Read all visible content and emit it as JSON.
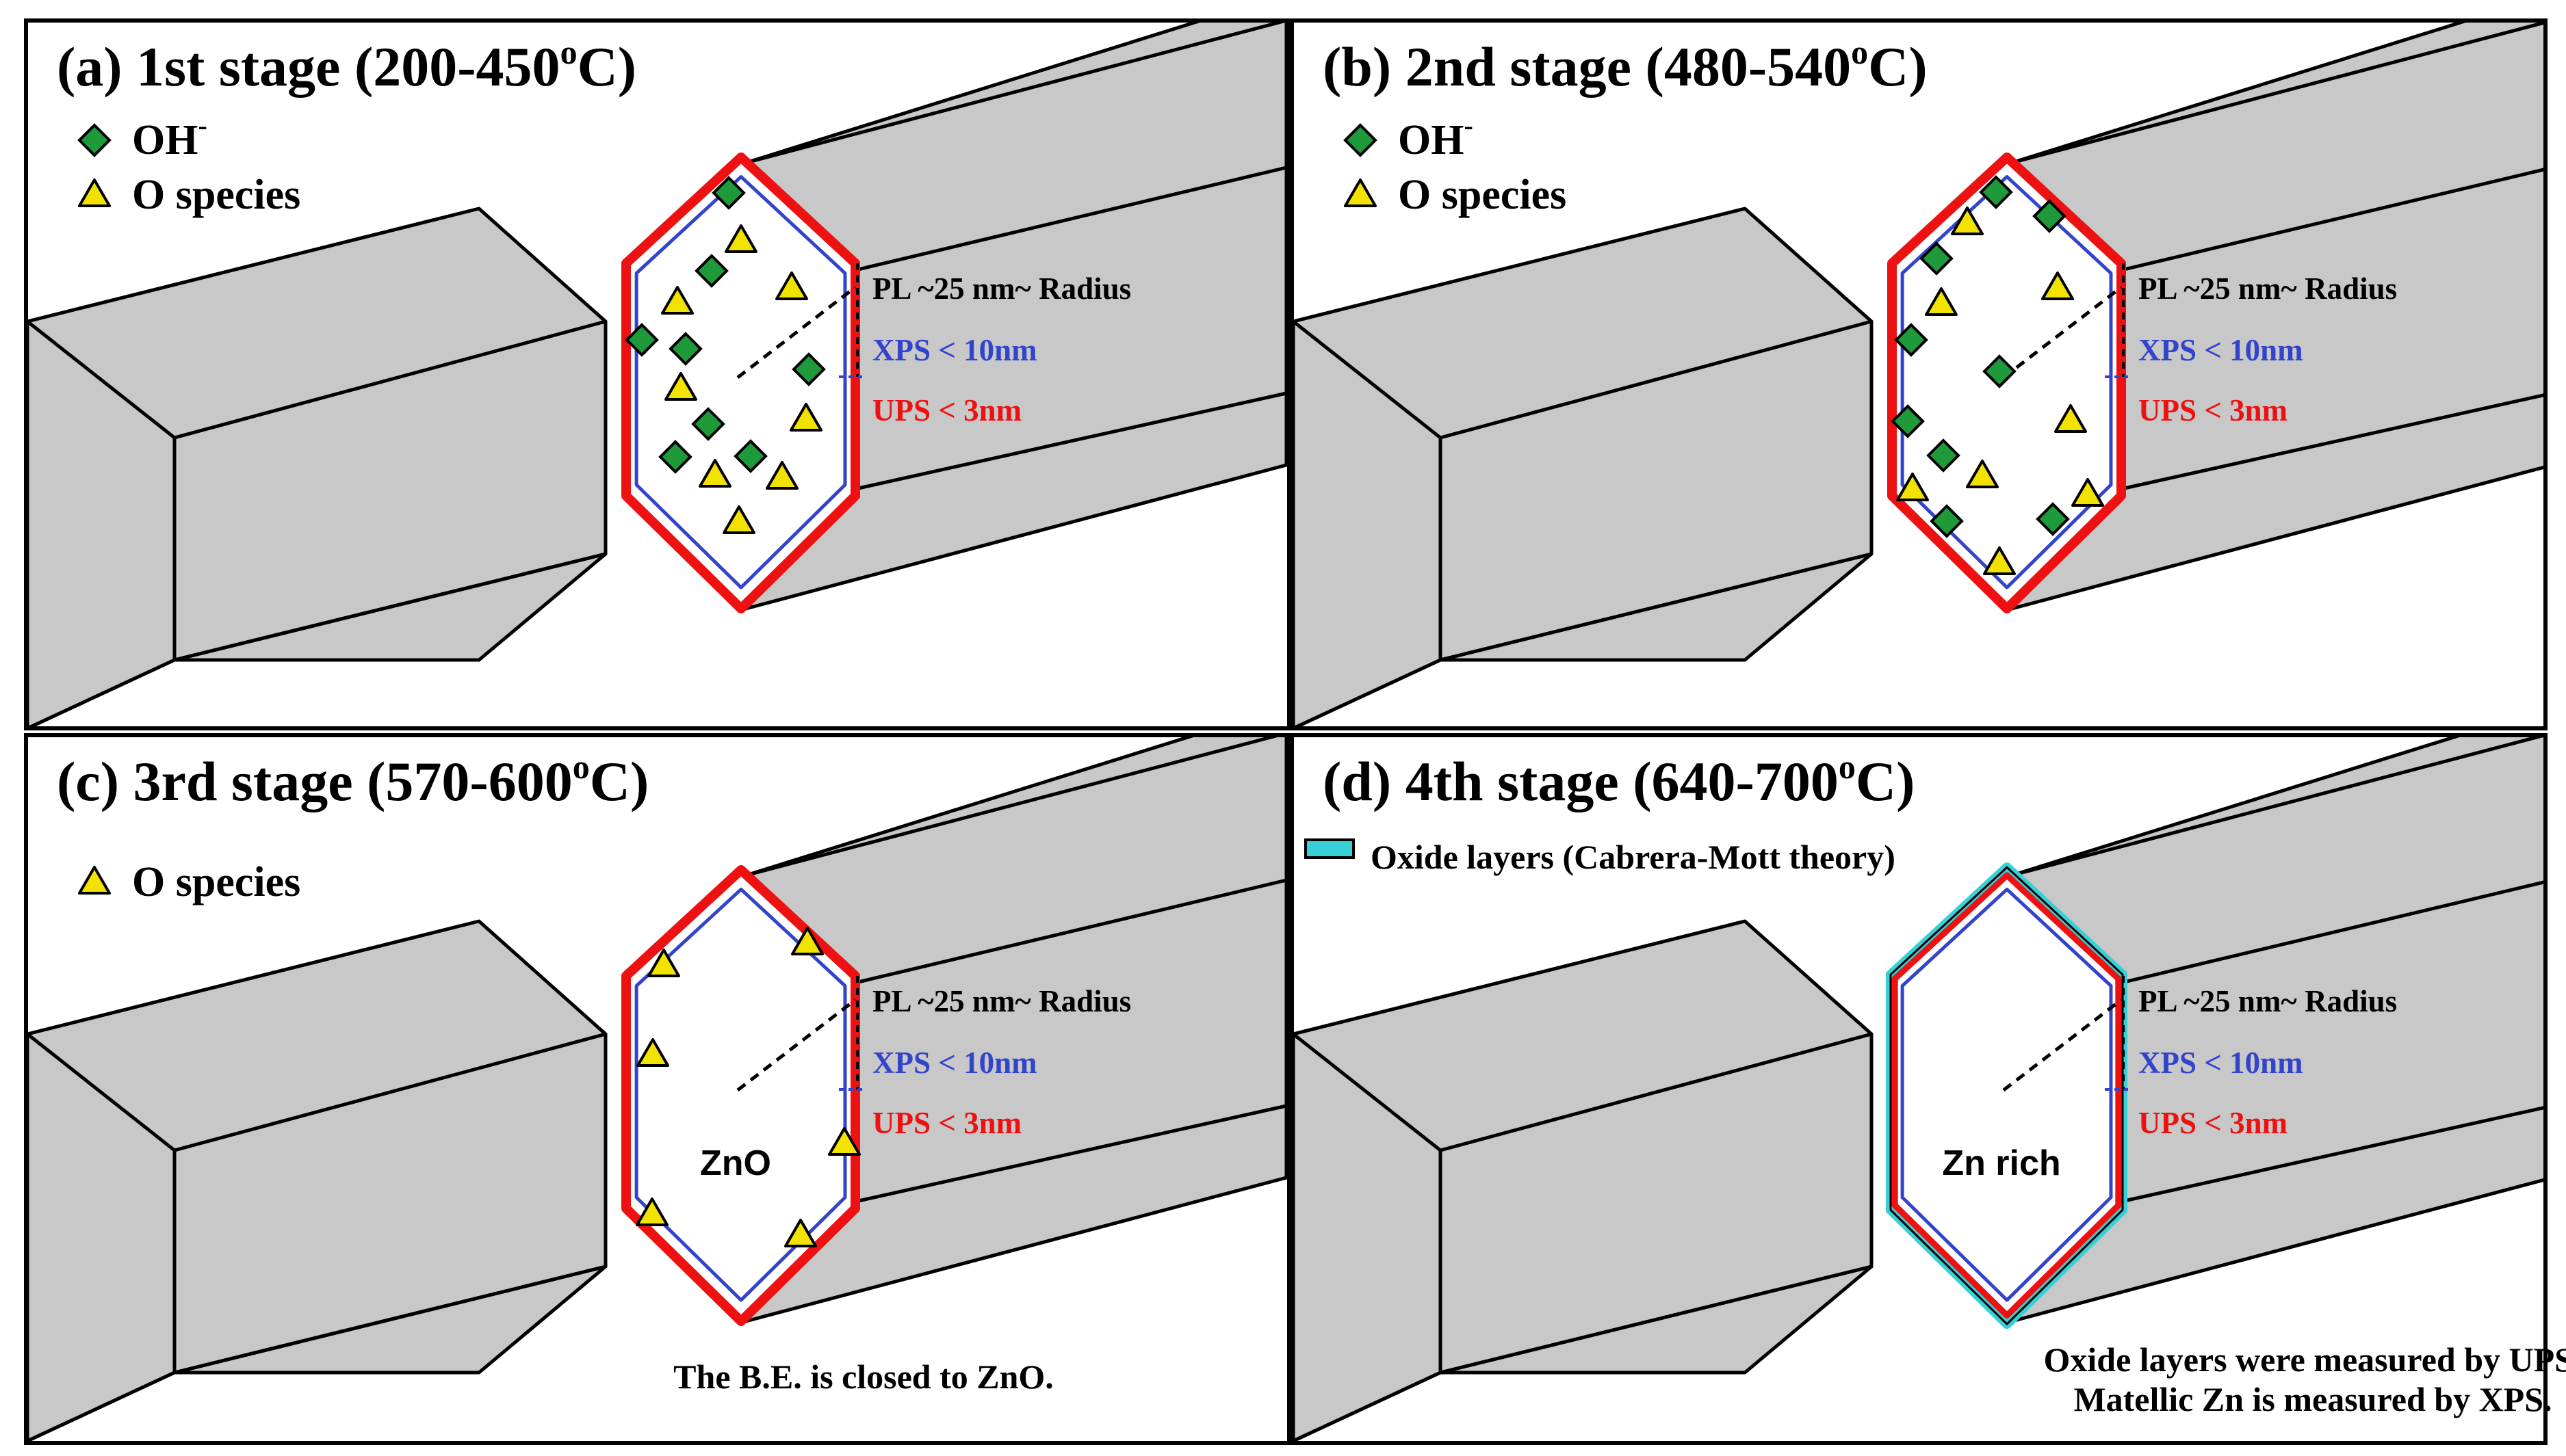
{
  "colors": {
    "rod_fill": "#c8c8c8",
    "outline": "#000000",
    "ups_layer": "#ee1111",
    "xps_layer": "#3344cc",
    "oh_marker": "#1f9a3a",
    "o_marker": "#f2e200",
    "oxide_layer": "#36d0d6"
  },
  "icons": {
    "oh": "green-diamond-icon",
    "o": "yellow-triangle-icon"
  },
  "panels": [
    {
      "id": "a",
      "title": "(a) 1st stage (200-450",
      "title_sup": "o",
      "title_end": "C)",
      "legend": [
        {
          "type": "oh",
          "label": "OH",
          "sup": "-"
        },
        {
          "type": "o",
          "label": "O species",
          "sup": ""
        }
      ],
      "labels": {
        "pl": "PL ~25 nm~ Radius",
        "xps": "XPS < 10nm",
        "ups": "UPS < 3nm"
      },
      "center_text": "",
      "note_lines": []
    },
    {
      "id": "b",
      "title": "(b) 2nd stage (480-540",
      "title_sup": "o",
      "title_end": "C)",
      "legend": [
        {
          "type": "oh",
          "label": "OH",
          "sup": "-"
        },
        {
          "type": "o",
          "label": "O species",
          "sup": ""
        }
      ],
      "labels": {
        "pl": "PL ~25 nm~ Radius",
        "xps": "XPS < 10nm",
        "ups": "UPS < 3nm"
      },
      "center_text": "",
      "note_lines": []
    },
    {
      "id": "c",
      "title": "(c) 3rd stage (570-600",
      "title_sup": "o",
      "title_end": "C)",
      "legend": [
        {
          "type": "o",
          "label": "O species",
          "sup": ""
        }
      ],
      "labels": {
        "pl": "PL ~25 nm~ Radius",
        "xps": "XPS < 10nm",
        "ups": "UPS < 3nm"
      },
      "center_text": "ZnO",
      "note_lines": [
        "The B.E. is closed to ZnO."
      ]
    },
    {
      "id": "d",
      "title": "(d) 4th stage (640-700",
      "title_sup": "o",
      "title_end": "C)",
      "legend": [
        {
          "type": "oxide",
          "label": "Oxide layers (Cabrera-Mott theory)",
          "sup": ""
        }
      ],
      "labels": {
        "pl": "PL ~25 nm~ Radius",
        "xps": "XPS < 10nm",
        "ups": "UPS < 3nm"
      },
      "center_text": "Zn rich",
      "note_lines": [
        "Oxide layers were measured by UPS.",
        "Matellic Zn is measured by XPS."
      ]
    }
  ]
}
